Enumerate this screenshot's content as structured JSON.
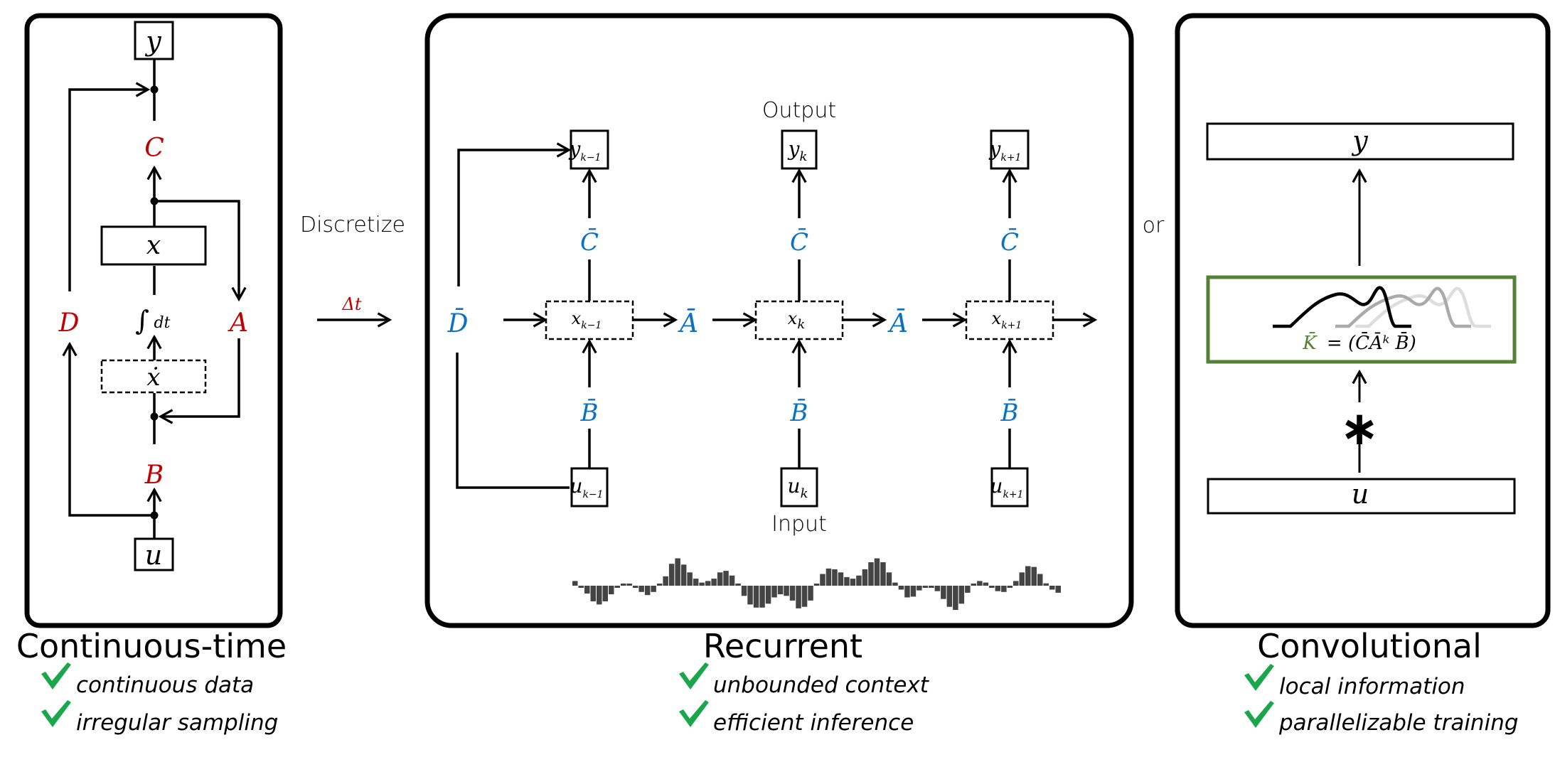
{
  "panels": {
    "continuous": {
      "title": "Continuous-time",
      "features": [
        "continuous data",
        "irregular sampling"
      ],
      "labels": {
        "y": "y",
        "u": "u",
        "x": "x",
        "xdot": "ẋ",
        "A": "A",
        "B": "B",
        "C": "C",
        "D": "D",
        "integral": "∫",
        "dt": "dt"
      }
    },
    "discretize": {
      "label": "Discretize",
      "delta": "Δt"
    },
    "recurrent": {
      "title": "Recurrent",
      "features": [
        "unbounded context",
        "efficient inference"
      ],
      "output_label": "Output",
      "input_label": "Input",
      "D_bar": "D̄",
      "A_bar": "Ā",
      "steps": [
        {
          "y": "y",
          "y_sub": "k−1",
          "x": "x",
          "x_sub": "k−1",
          "u": "u",
          "u_sub": "k−1",
          "C": "C̄",
          "B": "B̄"
        },
        {
          "y": "y",
          "y_sub": "k",
          "x": "x",
          "x_sub": "k",
          "u": "u",
          "u_sub": "k",
          "C": "C̄",
          "B": "B̄"
        },
        {
          "y": "y",
          "y_sub": "k+1",
          "x": "x",
          "x_sub": "k+1",
          "u": "u",
          "u_sub": "k+1",
          "C": "C̄",
          "B": "B̄"
        }
      ],
      "signal": [
        0.3,
        -0.05,
        -0.5,
        -1.0,
        -1.2,
        -1.0,
        -0.55,
        -0.08,
        0.1,
        0.08,
        -0.08,
        -0.4,
        -0.6,
        -0.4,
        0.08,
        0.6,
        1.4,
        1.75,
        1.35,
        0.85,
        0.45,
        0.2,
        0.3,
        0.45,
        0.85,
        0.95,
        0.65,
        0.08,
        -0.65,
        -1.2,
        -1.4,
        -1.4,
        -1.15,
        -0.75,
        -0.55,
        -0.65,
        -0.95,
        -1.45,
        -1.35,
        -0.95,
        0.08,
        0.75,
        1.1,
        1.05,
        0.85,
        0.55,
        0.45,
        0.65,
        1.05,
        1.5,
        1.75,
        1.5,
        0.85,
        0.2,
        -0.25,
        -0.75,
        -0.7,
        -0.3,
        -0.1,
        -0.1,
        -0.35,
        -0.85,
        -1.35,
        -1.55,
        -1.15,
        -0.45,
        0.08,
        0.3,
        0.2,
        -0.08,
        -0.35,
        -0.4,
        -0.12,
        0.3,
        0.85,
        1.25,
        1.2,
        0.75,
        0.15,
        -0.25,
        -0.45
      ]
    },
    "or_label": "or",
    "convolutional": {
      "title": "Convolutional",
      "features": [
        "local information",
        "parallelizable training"
      ],
      "y": "y",
      "u": "u",
      "conv_op": "∗",
      "kernel_K": "K̄",
      "kernel_eq": "= (C̄Āᵏ B̄)",
      "kernel_color": "#538135"
    }
  },
  "colors": {
    "continuous_params": "#c00000",
    "discrete_params": "#0a70c0",
    "kernel_border": "#538135",
    "check": "#1aa64a",
    "signal_bar": "#444444"
  }
}
